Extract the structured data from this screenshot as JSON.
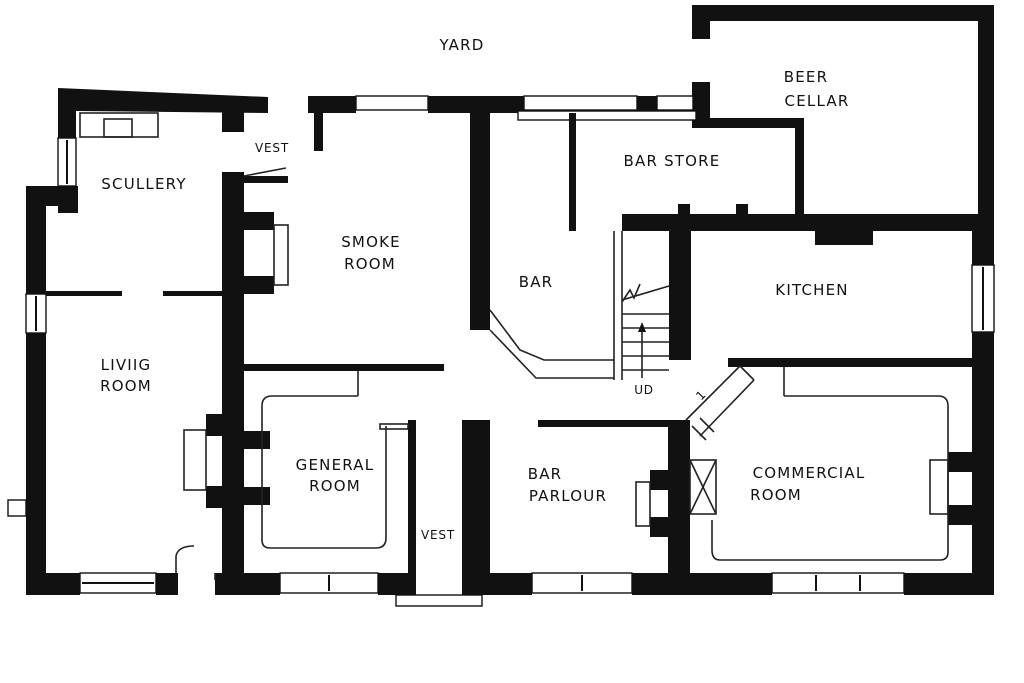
{
  "labels": {
    "yard": "YARD",
    "beer_cellar": [
      "BEER",
      "CELLAR"
    ],
    "bar_store": "BAR STORE",
    "scullery": "SCULLERY",
    "vest_top": "VEST",
    "smoke_room": [
      "SMOKE",
      "ROOM"
    ],
    "bar": "BAR",
    "kitchen": "KITCHEN",
    "living_room": [
      "LIVIIG",
      "ROOM"
    ],
    "general_room": [
      "GENERAL",
      "ROOM"
    ],
    "bar_parlour": [
      "BAR",
      "PARLOUR"
    ],
    "commercial_room": [
      "COMMERCIAL",
      "ROOM"
    ],
    "vest_bottom": "VEST",
    "stair_ud": "UD"
  },
  "colors": {
    "wall": "#111111",
    "background": "#ffffff"
  }
}
